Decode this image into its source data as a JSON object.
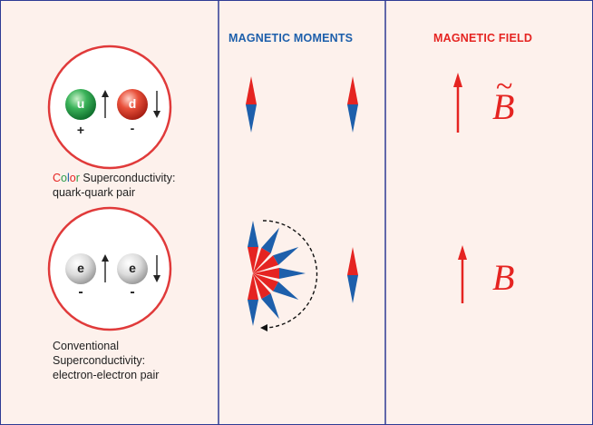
{
  "headers": {
    "moments": "MAGNETIC MOMENTS",
    "field": "MAGNETIC FIELD"
  },
  "color_pair": {
    "particles": [
      {
        "letter": "u",
        "charge": "+",
        "spin": "up"
      },
      {
        "letter": "d",
        "charge": "-",
        "spin": "down"
      }
    ],
    "caption_prefix_letters": [
      "C",
      "o",
      "l",
      "o",
      "r"
    ],
    "caption_rest": " Superconductivity:",
    "caption_line2": "quark-quark pair",
    "field_symbol": "B",
    "field_accent": "~"
  },
  "conventional_pair": {
    "particles": [
      {
        "letter": "e",
        "charge": "-",
        "spin": "up"
      },
      {
        "letter": "e",
        "charge": "-",
        "spin": "down"
      }
    ],
    "caption_line1": "Conventional",
    "caption_line2": "Superconductivity:",
    "caption_line3": "electron-electron pair",
    "field_symbol": "B"
  },
  "colors": {
    "frame_border": "#2e3b94",
    "background": "#fdf1ec",
    "red": "#e52421",
    "blue": "#1d5fab",
    "green": "#2a9d4a",
    "circle_border": "#e03a3a"
  }
}
